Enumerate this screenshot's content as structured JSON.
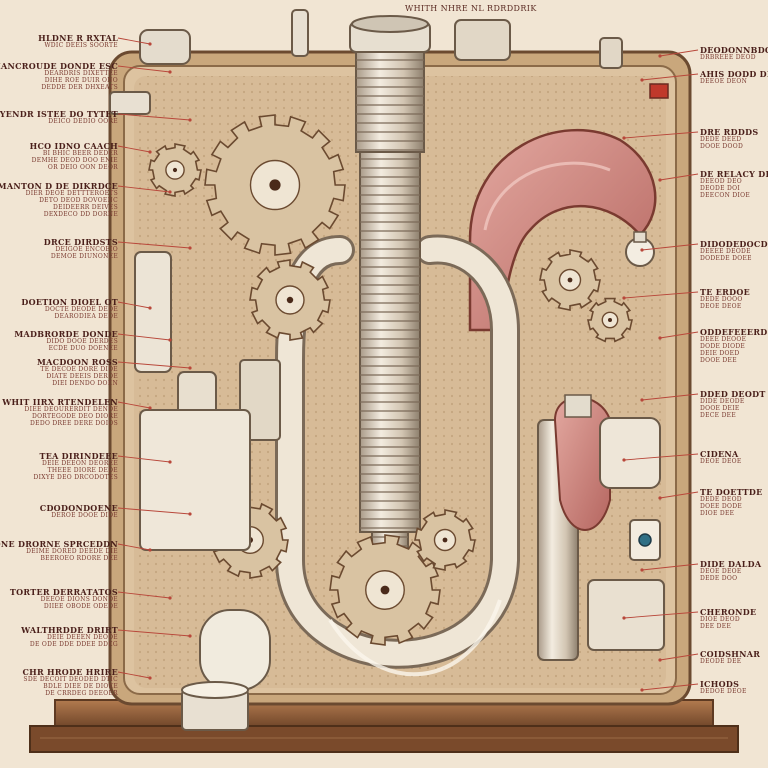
{
  "title": "WHITH NHRE NL RDRDDRIK",
  "labels_left": [
    {
      "h": "HLDNE R RXTAL",
      "s": [
        "WDIC DEEIS SOORTE"
      ]
    },
    {
      "h": "MANCROUDE DONDE ESC",
      "s": [
        "DEARDRIS DIXETTEE",
        "DIHE ROE DUIR ONO",
        "DEDDE DER DHXEATS"
      ]
    },
    {
      "h": "YENDR ISTEE DO TYTET",
      "s": [
        "DEICO DEDIO OORE"
      ]
    },
    {
      "h": "HCO IDNO CAACH",
      "s": [
        "BI BHIC BEER DEDER",
        "DEMHE DEOD DOO ENIE",
        "OR DEIO OON DEOR"
      ]
    },
    {
      "h": "BUKMANTON D DE DIKRDCE",
      "s": [
        "DIER DEOE DETTTEROETS",
        "DETO DEOD DOVOENC",
        "DEIDEERR DEIVES",
        "DEXDECO DD DORNE"
      ]
    },
    {
      "h": "DRCE DIRDSTS",
      "s": [
        "DEIGOE ENCOEIO",
        "DEMOE DIUNONEE"
      ]
    },
    {
      "h": "DOETION DIOEL OT",
      "s": [
        "DOCTE DEODE DEOE",
        "DEARODIEA DEOE"
      ]
    },
    {
      "h": "MADBRORDE DONDE",
      "s": [
        "DIDO DOOE DERDES",
        "ECDE DUO DOENEE"
      ]
    },
    {
      "h": "MACDOON ROSS",
      "s": [
        "TE DECOE DORE DIDE",
        "DIATE DEEIS DEROE",
        "DIEI DENDO DOEN"
      ]
    },
    {
      "h": "WHIT IIRX RTENDELEN",
      "s": [
        "DIEE DEOURERDIT DENDE",
        "DORTEGODE DEO DIORE",
        "DEDO DREE DERE DOIOS"
      ]
    },
    {
      "h": "TEA DIRINDEEE",
      "s": [
        "DEIE DEEON DEOREE",
        "THEEE DIORE DEDE",
        "DIXYE DEO DRCODOTES"
      ]
    },
    {
      "h": "CDODONDOENE",
      "s": [
        "DEROE DOOE DIDE"
      ]
    },
    {
      "h": "DEREONE DRORNE SPRCEDDN",
      "s": [
        "DEIME DORED DEEDE DIE",
        "BEEROEO RDORE DEE"
      ]
    },
    {
      "h": "TORTER DERRATATOS",
      "s": [
        "DEEOE DIONS DONDE",
        "DIIEE OBODE ODEDE"
      ]
    },
    {
      "h": "WALTHRDDE DRIRT",
      "s": [
        "DEIE DEEEN DEODE",
        "DE ODE DDE DDEE DDEG"
      ]
    },
    {
      "h": "CHR HRODE HRIRE",
      "s": [
        "SDE DECOIT DEODED DTIC",
        "BDLE DIEE DE DIOEE",
        "DE CRRDEG DEEOER"
      ]
    }
  ],
  "labels_right": [
    {
      "h": "DEODONNBDOOE",
      "s": [
        "DRBREEE DEOD"
      ]
    },
    {
      "h": "AHIS DODD DE",
      "s": [
        "DEEOE DEON"
      ]
    },
    {
      "h": "DRE RDDDS",
      "s": [
        "DEDE DEED",
        "DOOE DOOD"
      ]
    },
    {
      "h": "DE RELACY DDE",
      "s": [
        "DEEOD DEO",
        "DEODE DOI",
        "DEECON DIOE"
      ]
    },
    {
      "h": "DIDODEDOCDEN",
      "s": [
        "DEEEE DEODE",
        "DODEDE DOEE"
      ]
    },
    {
      "h": "TE ERDOE",
      "s": [
        "DEDE DOOO",
        "DEOE DEOE"
      ]
    },
    {
      "h": "ODDEFEEERD",
      "s": [
        "DEEE DEOOE",
        "DODE DIODE",
        "DEIE DOED",
        "DOOE DEE"
      ]
    },
    {
      "h": "DDED DEODT",
      "s": [
        "DIDE DEODE",
        "DOOE DEIE",
        "DECE DEE"
      ]
    },
    {
      "h": "CIDENA",
      "s": [
        "DEOE DEOE"
      ]
    },
    {
      "h": "TE DOETTDE",
      "s": [
        "DEDE DEOD",
        "DOEE DODE",
        "DIOE DEE"
      ]
    },
    {
      "h": "DIDE DALDA",
      "s": [
        "DEOE DEOE",
        "DEDE DOO"
      ]
    },
    {
      "h": "CHERONDE",
      "s": [
        "DIOE DEOD",
        "DEE DEE"
      ]
    },
    {
      "h": "COIDSHNAR",
      "s": [
        "DEODE DEE"
      ]
    },
    {
      "h": "ICHODS",
      "s": [
        "DEDOE DEOE"
      ]
    }
  ],
  "colors": {
    "background": "#f1e5d3",
    "frame": "#c9a77c",
    "frame_dark": "#7b5a3c",
    "cream": "#ece2cf",
    "pink": "#d48d86",
    "ink": "#5a2a22",
    "leader": "#b8473a",
    "base": "#8a5a38"
  }
}
